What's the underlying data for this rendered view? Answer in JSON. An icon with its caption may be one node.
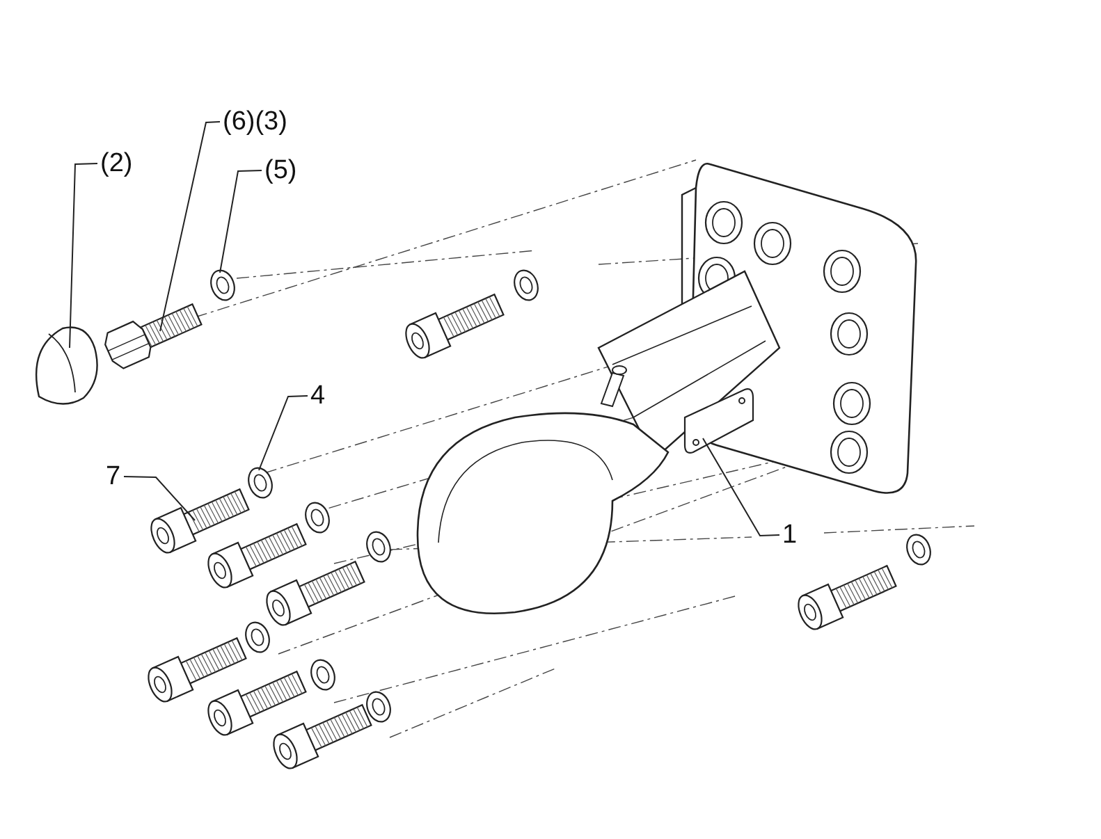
{
  "diagram": {
    "nodes": [
      {
        "text": [
          "(2)"
        ]
      },
      {
        "text": [
          "(6)(3)"
        ]
      },
      {
        "text": [
          "(5)"
        ]
      },
      {
        "text": [
          "4"
        ]
      },
      {
        "text": [
          "7"
        ]
      },
      {
        "text": [
          "1"
        ]
      },
      {
        "text": [],
        "shape": "picture"
      },
      {
        "text": [],
        "shape": "picture"
      },
      {
        "text": [],
        "shape": "picture"
      },
      {
        "text": [],
        "shape": "picture"
      },
      {
        "text": [],
        "shape": "picture"
      },
      {
        "text": [],
        "shape": "picture"
      }
    ],
    "edges": [
      {
        "from": 0,
        "to": 6,
        "arrow": "none"
      },
      {
        "from": 1,
        "to": 7,
        "arrow": "none"
      },
      {
        "from": 2,
        "to": 8,
        "arrow": "none"
      },
      {
        "from": 3,
        "to": 9,
        "arrow": "none"
      },
      {
        "from": 4,
        "to": 10,
        "arrow": "none"
      },
      {
        "from": 5,
        "to": 11,
        "arrow": "none"
      }
    ]
  }
}
